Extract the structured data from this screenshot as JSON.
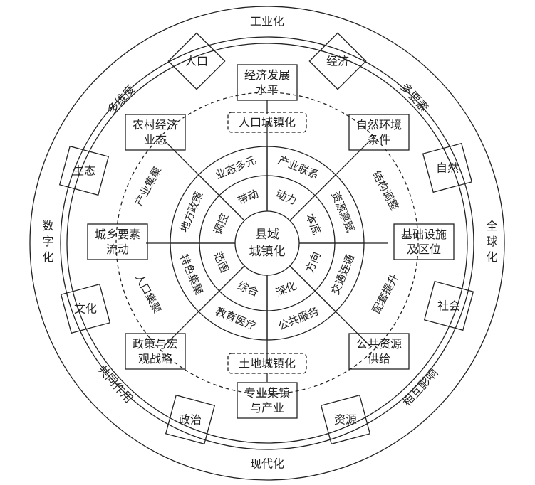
{
  "center": {
    "line1": "县域",
    "line2": "城镇化",
    "fill": "#d4d4d4"
  },
  "inner_ring": [
    "动力",
    "本底",
    "方向",
    "深化",
    "综合",
    "范围",
    "调控",
    "带动"
  ],
  "outer_ring": [
    "产业联系",
    "资源禀赋",
    "交通连通",
    "公共服务",
    "教育医疗",
    "特色集聚",
    "地方政策",
    "业态多元"
  ],
  "dashed_boxes": {
    "top": "人口城镇化",
    "bottom": "土地城镇化"
  },
  "boxes": {
    "top": [
      "经济发展",
      "水平"
    ],
    "top_left": [
      "农村经济",
      "业态"
    ],
    "top_right": [
      "自然环境",
      "条件"
    ],
    "left": [
      "城乡要素",
      "流动"
    ],
    "right": [
      "基础设施",
      "及区位"
    ],
    "bottom_left": [
      "政策与宏",
      "观战略"
    ],
    "bottom_right": [
      "公共资源",
      "供给"
    ],
    "bottom": [
      "专业集镇",
      "与产业"
    ]
  },
  "arc_labels": {
    "top_left": "产业集聚",
    "top_right": "结构调整",
    "bottom_right": "配套提升",
    "bottom_left": "人口集聚"
  },
  "diamonds": [
    "人口",
    "经济",
    "自然",
    "社会",
    "资源",
    "政治",
    "文化",
    "生态"
  ],
  "outer_labels": {
    "top": "工业化",
    "bottom": "现代化",
    "left": "数字化",
    "right": "全球化",
    "top_left": "多维度",
    "top_right": "多要素",
    "bottom_left": "共同作用",
    "bottom_right": "相互影响"
  }
}
